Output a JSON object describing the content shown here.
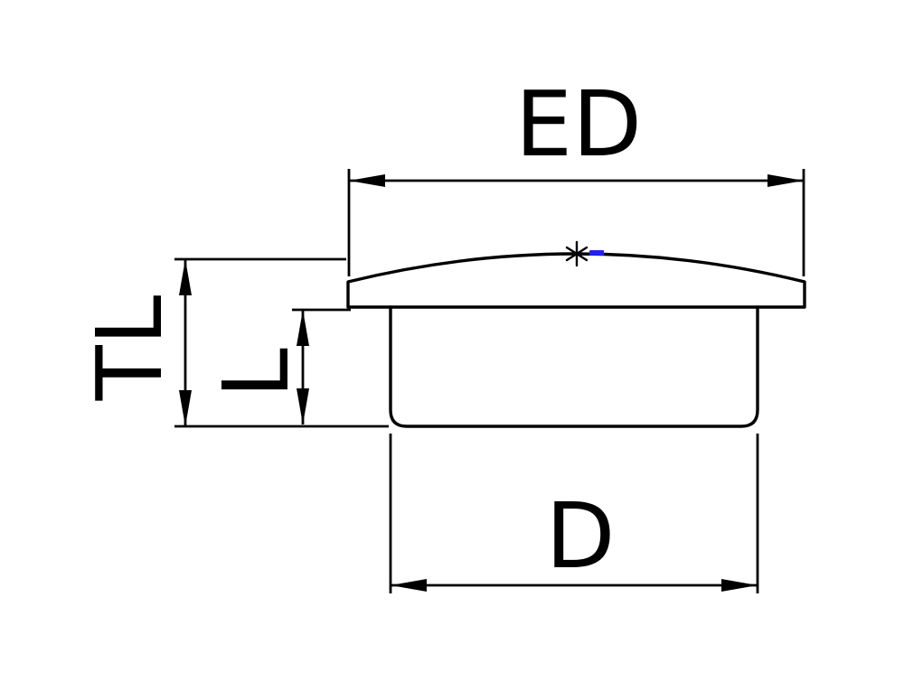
{
  "drawing": {
    "dimension_labels": {
      "ed": "ED",
      "tl": "TL",
      "l": "L",
      "d": "D"
    },
    "colors": {
      "line_color": "#000000",
      "highlight_color": "#2020ee",
      "background_color": "#ffffff"
    }
  }
}
